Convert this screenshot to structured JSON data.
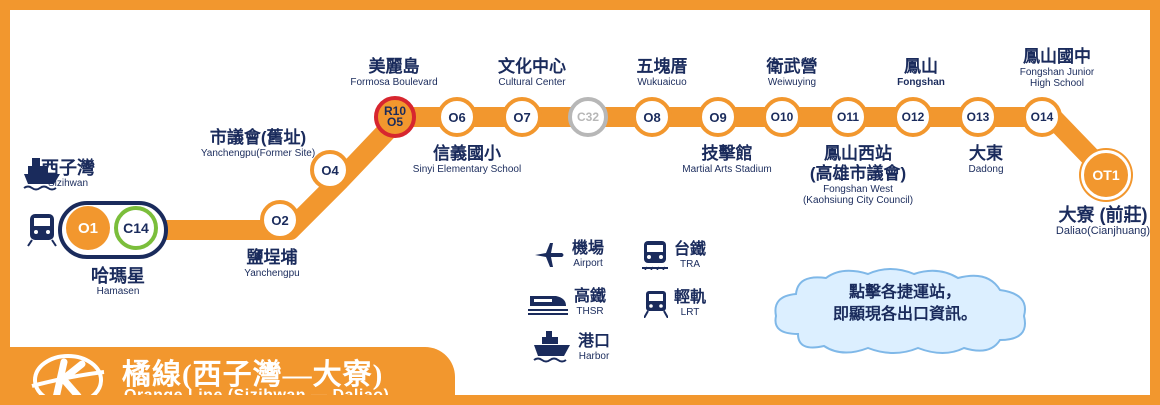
{
  "line": {
    "title": "橘線(西子灣—大寮)",
    "subtitle": "Orange Line  (Sizihwan — Daliao)",
    "color": "#f2972e",
    "text_color": "#1a2b5c"
  },
  "stations": {
    "o1": {
      "code": "O1",
      "transfer": "C14"
    },
    "o1_label": {
      "zh": "哈瑪星",
      "en": "Hamasen"
    },
    "harbor_label": {
      "zh": "西子灣",
      "en": "Sizihwan"
    },
    "o2": {
      "code": "O2",
      "zh": "鹽埕埔",
      "en": "Yanchengpu"
    },
    "o4": {
      "code": "O4",
      "zh": "市議會(舊址)",
      "en": "Yanchengpu(Former Site)"
    },
    "o5": {
      "code_top": "R10",
      "code_bottom": "O5",
      "zh": "美麗島",
      "en": "Formosa Boulevard"
    },
    "o6": {
      "code": "O6",
      "zh": "信義國小",
      "en": "Sinyi Elementary School"
    },
    "o7": {
      "code": "O7",
      "zh": "文化中心",
      "en": "Cultural Center"
    },
    "c32": {
      "code": "C32"
    },
    "o8": {
      "code": "O8",
      "zh": "五塊厝",
      "en": "Wukuaicuo"
    },
    "o9": {
      "code": "O9",
      "zh": "技擊館",
      "en": "Martial Arts Stadium"
    },
    "o10": {
      "code": "O10",
      "zh": "衛武營",
      "en": "Weiwuying"
    },
    "o11": {
      "code": "O11",
      "zh": "鳳山西站",
      "zh2": "(高雄市議會)",
      "en": "Fongshan West",
      "en2": "(Kaohsiung City Council)"
    },
    "o12": {
      "code": "O12",
      "zh": "鳳山",
      "en": "Fongshan"
    },
    "o13": {
      "code": "O13",
      "zh": "大東",
      "en": "Dadong"
    },
    "o14": {
      "code": "O14",
      "zh": "鳳山國中",
      "en": "Fongshan Junior",
      "en2": "High School"
    },
    "ot1": {
      "code": "OT1",
      "zh": "大寮 (前莊)",
      "en": "Daliao(Cianjhuang)"
    }
  },
  "legend": {
    "airport": {
      "zh": "機場",
      "en": "Airport",
      "icon": "airplane-icon"
    },
    "tra": {
      "zh": "台鐵",
      "en": "TRA",
      "icon": "train-icon"
    },
    "thsr": {
      "zh": "高鐵",
      "en": "THSR",
      "icon": "high-speed-rail-icon"
    },
    "lrt": {
      "zh": "輕軌",
      "en": "LRT",
      "icon": "light-rail-icon"
    },
    "harbor": {
      "zh": "港口",
      "en": "Harbor",
      "icon": "ship-icon"
    }
  },
  "hint": {
    "line1": "點擊各捷運站，",
    "line2": "即顯現各出口資訊。"
  }
}
